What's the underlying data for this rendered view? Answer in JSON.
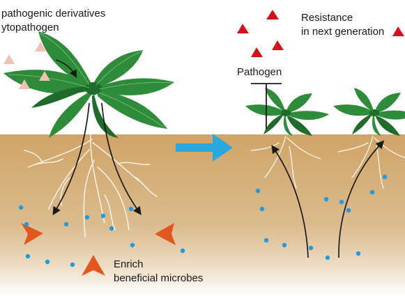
{
  "labels": {
    "derivatives_line1": "pathogenic derivatives",
    "derivatives_line2": "ytopathogen",
    "resistance_line1": "Resistance",
    "resistance_line2": "in next generation",
    "pathogen": "Pathogen",
    "enrich_line1": "Enrich",
    "enrich_line2": "beneficial microbes"
  },
  "colors": {
    "soil_top": "#cfa467",
    "soil_bottom": "#ffffff",
    "leaf": "#2e8b3a",
    "leaf_dark": "#1f6b2a",
    "leaf_vein": "#7cc47f",
    "root": "#ffffff",
    "pathogen_derivative": "#f0c2b4",
    "pathogen_red": "#d7101a",
    "beneficial_microbe": "#e0571f",
    "microbe_dot": "#1f9ce0",
    "transition_arrow": "#29a8e0",
    "arrow": "#1a1a1a"
  },
  "icons": {
    "transition": "big-right-arrow-icon",
    "beneficial": "microbe-triangle-icon",
    "pathogen": "red-triangle-icon"
  }
}
